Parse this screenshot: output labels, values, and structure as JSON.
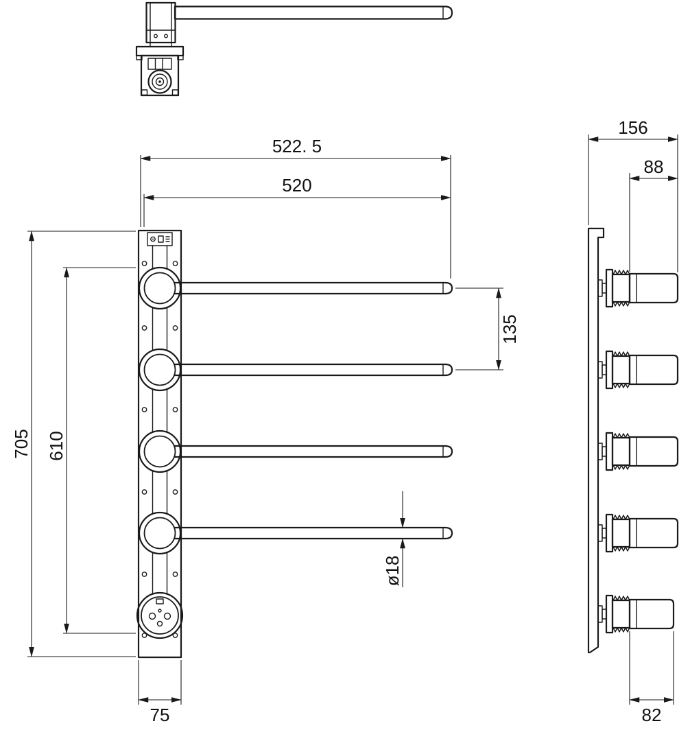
{
  "drawing": {
    "type": "technical-dimension-drawing",
    "views": [
      "top-view",
      "front-view",
      "side-view"
    ],
    "colors": {
      "line": "#1a1a1a",
      "background": "#ffffff"
    }
  },
  "dims": {
    "overall_width": "522. 5",
    "bar_length": "520",
    "overall_height": "705",
    "mount_span": "610",
    "bar_spacing": "135",
    "bar_diameter": "ø18",
    "column_width": "75",
    "side_depth": "156",
    "top_arm_depth": "88",
    "bottom_arm_depth": "82"
  }
}
